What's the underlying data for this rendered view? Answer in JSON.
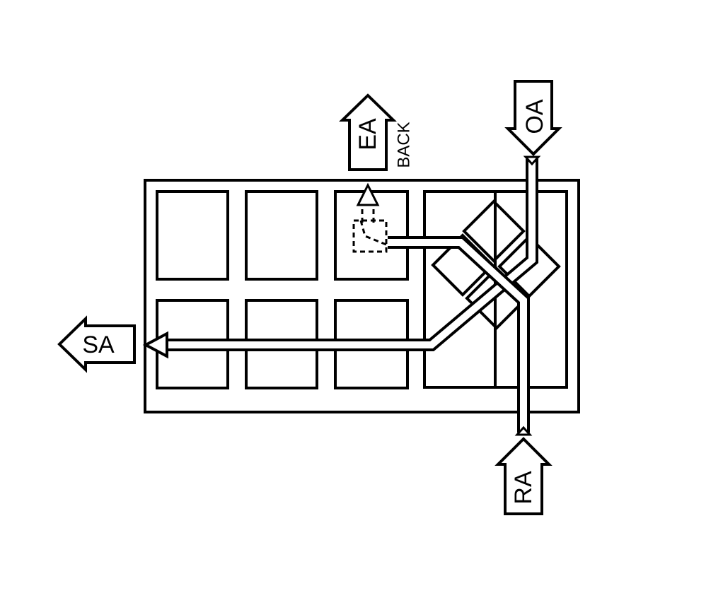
{
  "labels": {
    "outside_air": "OA",
    "exhaust_air": "EA",
    "supply_air": "SA",
    "return_air": "RA",
    "damper_position": "BACK"
  },
  "colors": {
    "stroke": "#000000",
    "background": "#ffffff"
  }
}
